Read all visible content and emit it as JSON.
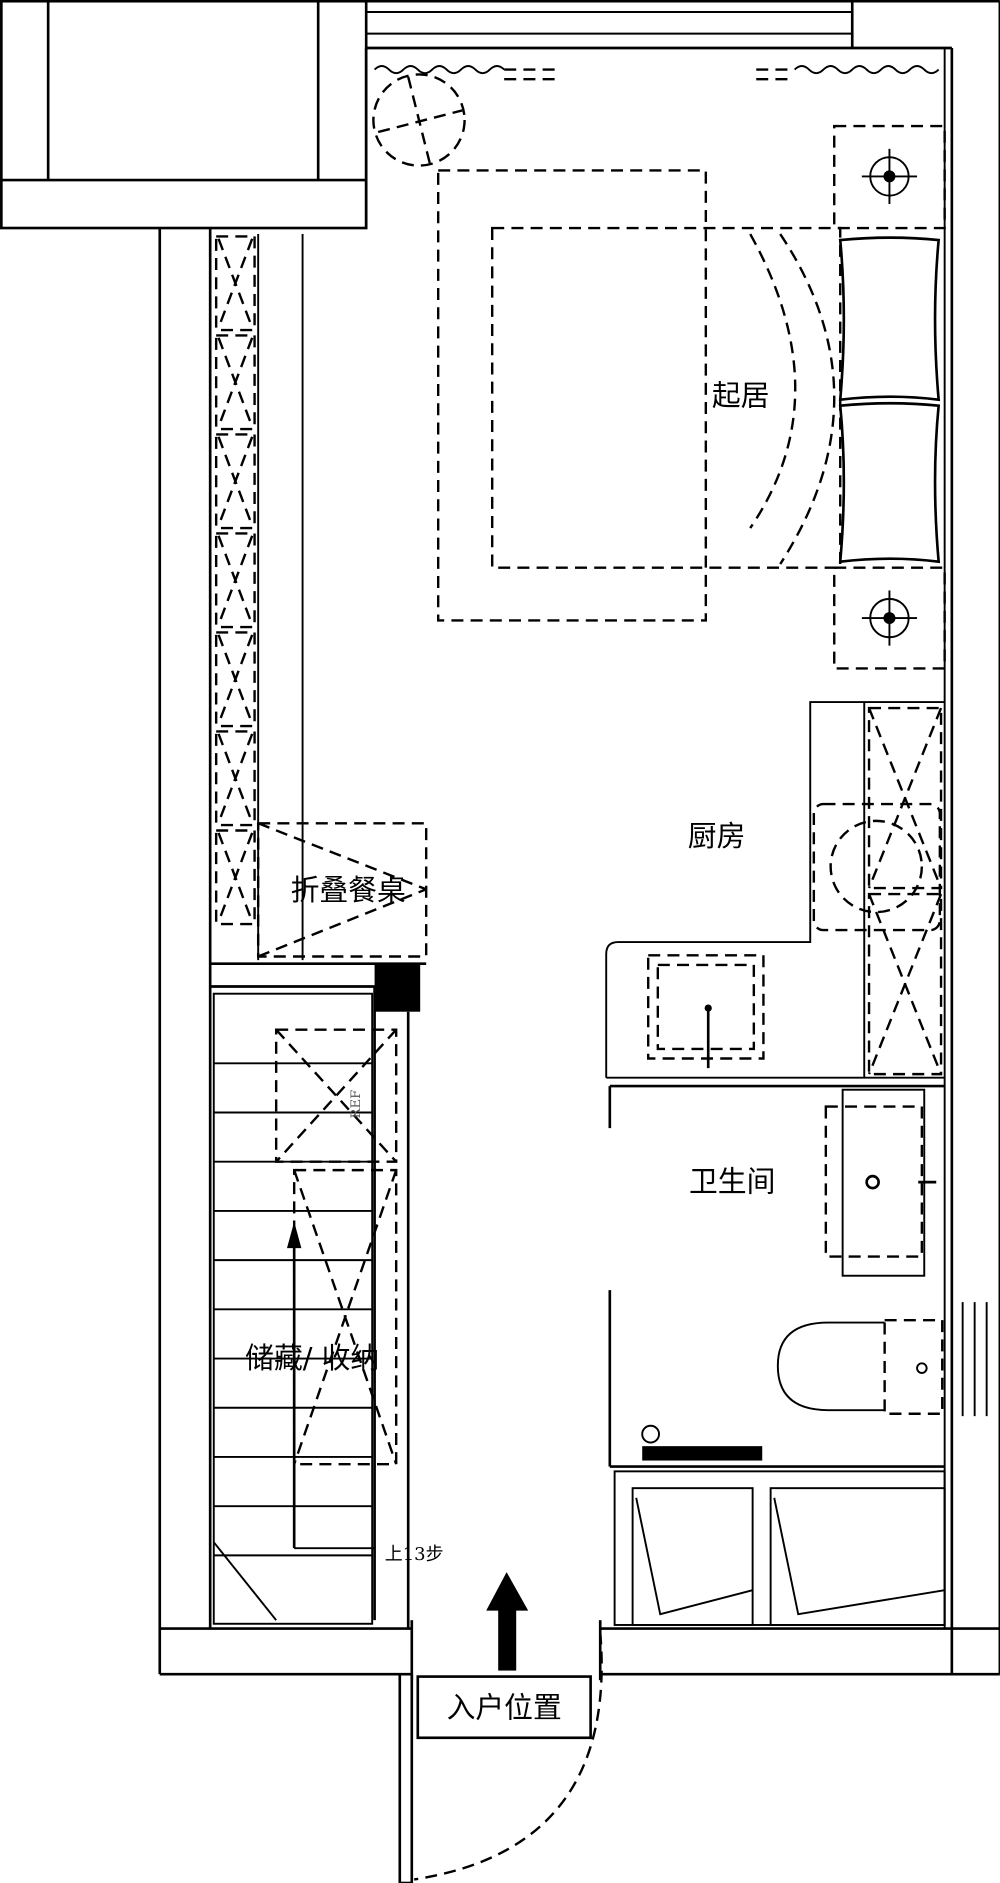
{
  "rooms": {
    "living": "起居",
    "kitchen": "厨房",
    "bathroom": "卫生间",
    "folding_table": "折叠餐桌",
    "storage": "储藏/ 收纳"
  },
  "stairs_label": "上13步",
  "entrance_label": "入户位置",
  "appliance_label": "REF",
  "colors": {
    "line": "#000000",
    "background": "#ffffff"
  }
}
